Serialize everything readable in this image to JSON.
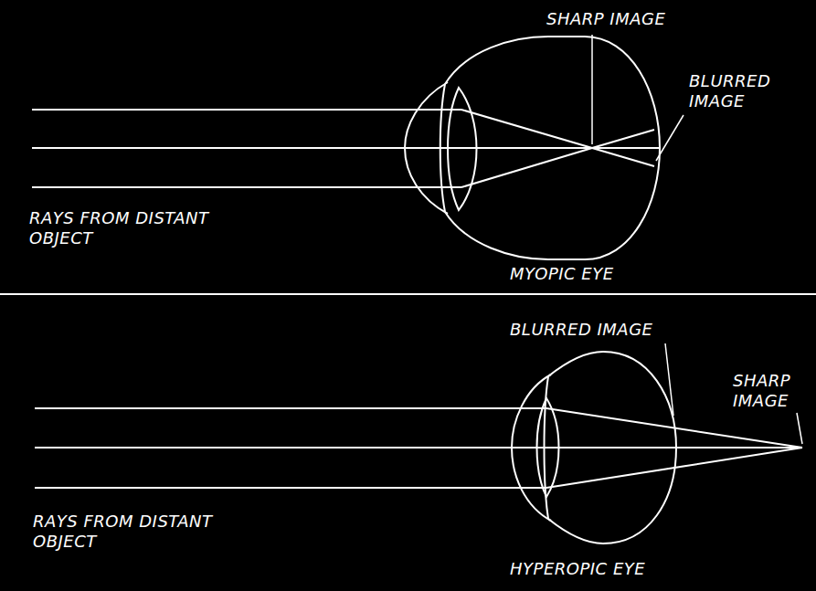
{
  "diagram": {
    "labels": [
      "SHARP IMAGE",
      "BLURRED IMAGE",
      "RAYS FROM DISTANT OBJECT",
      "MYOPIC EYE",
      "BLURRED IMAGE",
      "SHARP IMAGE",
      "RAYS FROM DISTANT OBJECT",
      "HYPEROPIC EYE"
    ]
  }
}
